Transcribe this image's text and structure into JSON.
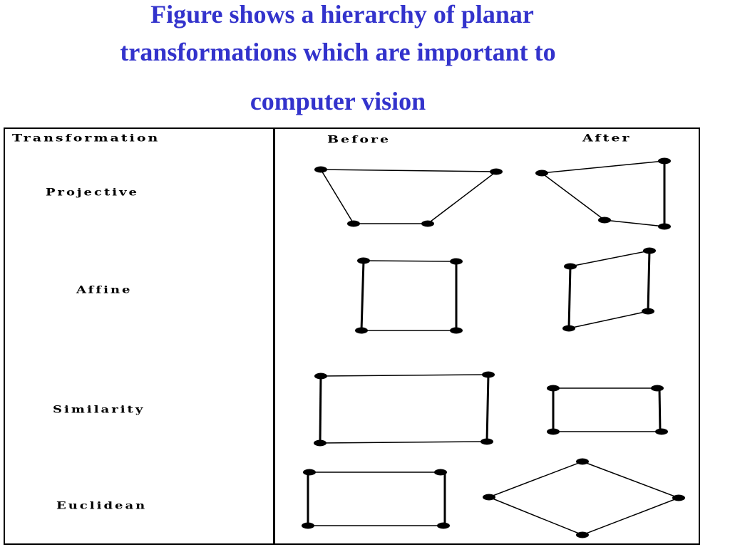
{
  "title": {
    "line1": "Figure  shows a hierarchy of planar",
    "line2": "transformations which are important to",
    "line3": "computer vision"
  },
  "table": {
    "headers": {
      "transformation": "Transformation",
      "before": "Before",
      "after": "After"
    },
    "rows": [
      {
        "label": "Projective"
      },
      {
        "label": "Affine"
      },
      {
        "label": "Similarity"
      },
      {
        "label": "Euclidean"
      }
    ]
  },
  "colors": {
    "title": "#3333cc",
    "lines": "#000000"
  }
}
